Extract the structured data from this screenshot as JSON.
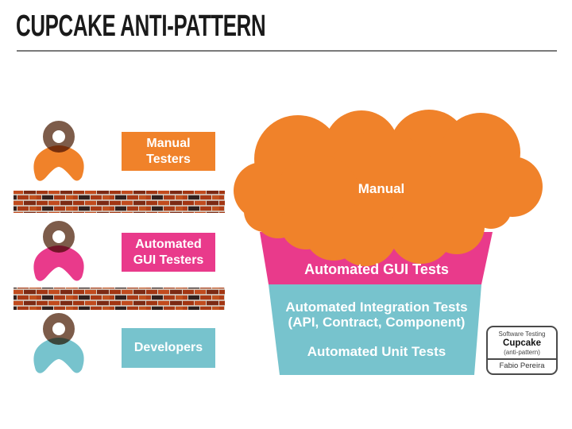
{
  "slide": {
    "title": "CUPCAKE ANTI-PATTERN"
  },
  "roles": [
    {
      "id": "manual-testers",
      "label": "Manual\nTesters",
      "color": "#F0822A"
    },
    {
      "id": "automated-gui-testers",
      "label": "Automated\nGUI Testers",
      "color": "#E93A8B"
    },
    {
      "id": "developers",
      "label": "Developers",
      "color": "#77C3CD"
    }
  ],
  "cupcake": {
    "frosting_label": "Manual",
    "gui_label": "Automated GUI Tests",
    "integration_label": "Automated Integration Tests\n(API, Contract, Component)",
    "unit_label": "Automated Unit Tests"
  },
  "badge": {
    "line1": "Software Testing",
    "line2": "Cupcake",
    "line3": "(anti-pattern)",
    "author": "Fabio Pereira"
  },
  "icons": {
    "person": "person-icon",
    "brick_wall": "brick-wall-icon"
  },
  "colors": {
    "orange": "#F0822A",
    "pink": "#E93A8B",
    "teal": "#77C3CD",
    "head_brown": "#7D5C4A",
    "brick_red": "#A83A16",
    "brick_dark": "#33211E",
    "mortar": "#D8D2C9",
    "title_text": "#1A1A1A",
    "label_text": "#FFFFFF",
    "rule_gray": "#7A7A7A"
  }
}
